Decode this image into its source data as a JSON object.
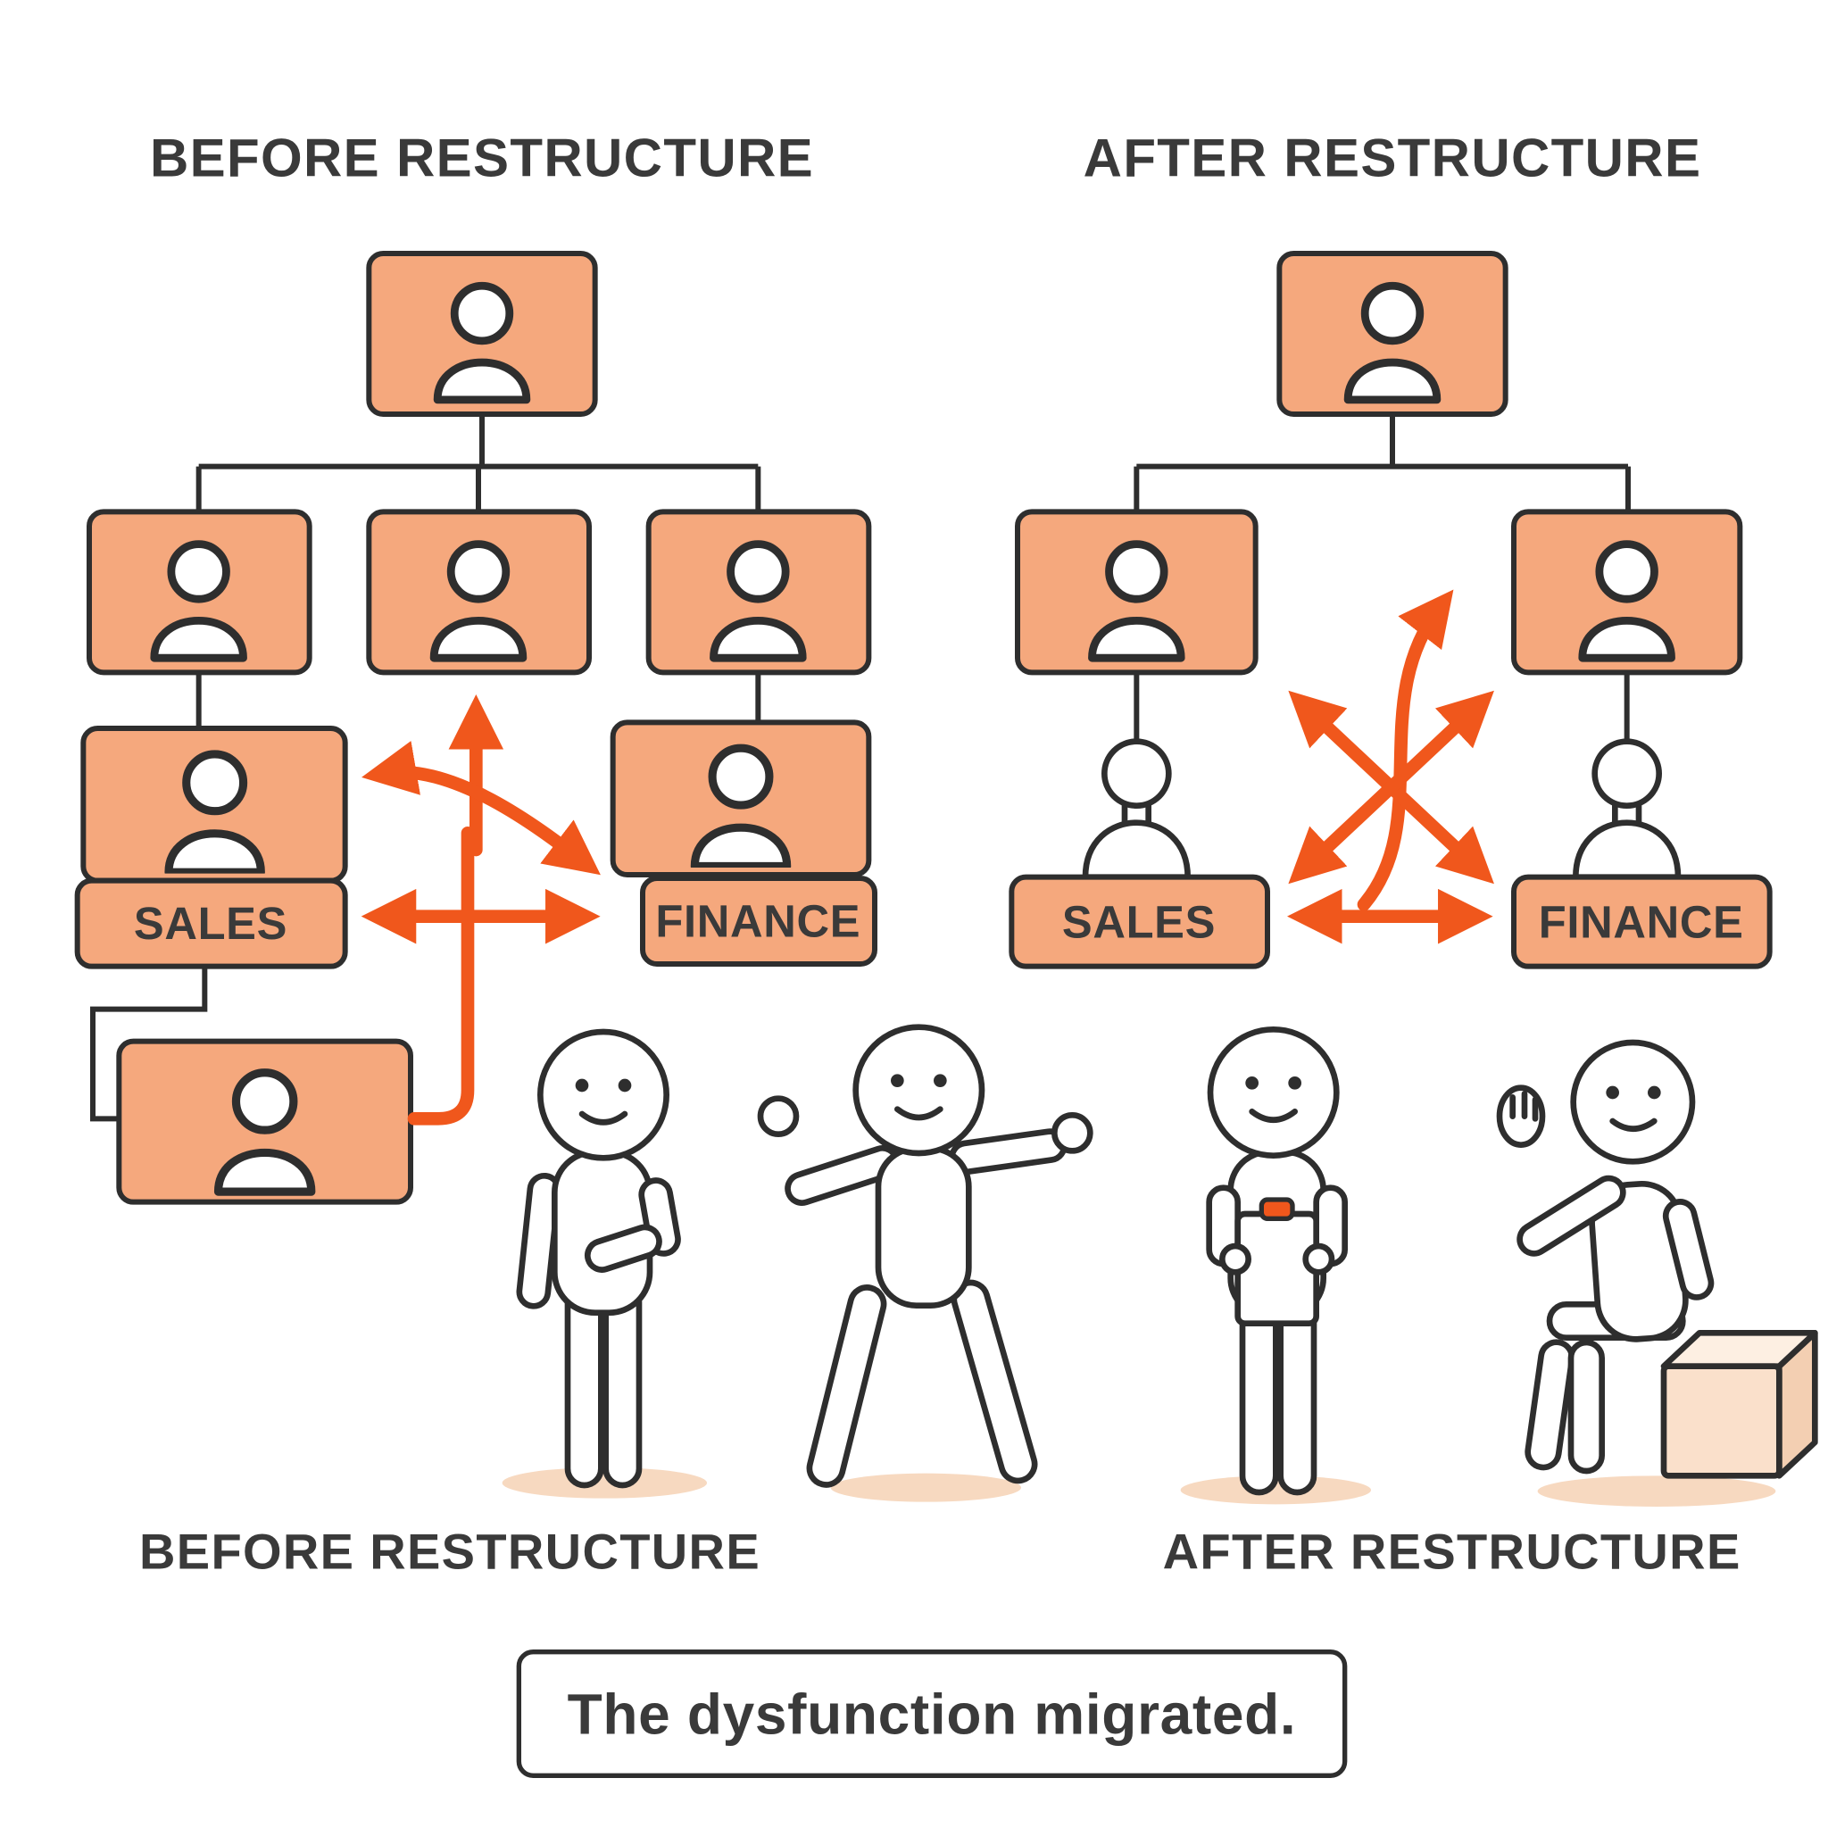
{
  "colors": {
    "box_fill": "#F5A87D",
    "box_border": "#2E2E2E",
    "line": "#2E2E2E",
    "arrow": "#F0571C",
    "text": "#3A3A3A",
    "shadow": "#F7D9C0",
    "cube_front": "#FAE0CB",
    "cube_top": "#FDEFE2",
    "cube_side": "#F3CFB2"
  },
  "before_chart": {
    "title": "BEFORE RESTRUCTURE",
    "sales_label": "SALES",
    "finance_label": "FINANCE"
  },
  "after_chart": {
    "title": "AFTER RESTRUCTURE",
    "sales_label": "SALES",
    "finance_label": "FINANCE"
  },
  "figure_captions": {
    "before": "BEFORE RESTRUCTURE",
    "after": "AFTER RESTRUCTURE"
  },
  "summary": {
    "caption": "The dysfunction migrated."
  },
  "icons": {
    "person": "person-silhouette-icon",
    "clipboard": "clipboard-icon",
    "cube": "seat-cube-icon",
    "arrows": "tangled-arrows-icon"
  }
}
